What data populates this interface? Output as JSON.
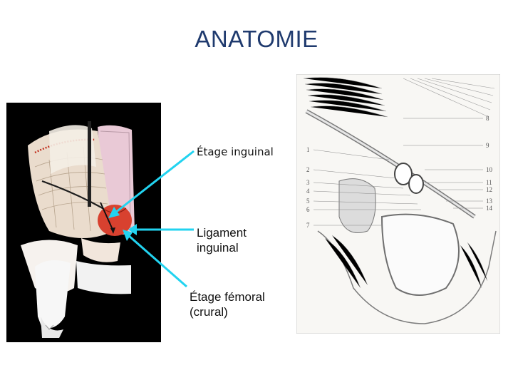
{
  "title": "ANATOMIE",
  "labels": {
    "inguinal": "Étage inguinal",
    "ligament_line1": "Ligament",
    "ligament_line2": "inguinal",
    "femoral_line1": "Étage fémoral",
    "femoral_line2": "(crural)"
  },
  "right_figure_numbers": {
    "left_side": [
      "1",
      "2",
      "3",
      "4",
      "5",
      "6",
      "7"
    ],
    "right_side": [
      "8",
      "9",
      "10",
      "11",
      "12",
      "13",
      "14"
    ]
  },
  "colors": {
    "title": "#1f3a6e",
    "arrow": "#22d3f0",
    "muscle_red": "#d8412f",
    "left_background": "#000000"
  },
  "icons": [
    "left-anatomy-illustration",
    "right-anatomy-engraving"
  ]
}
